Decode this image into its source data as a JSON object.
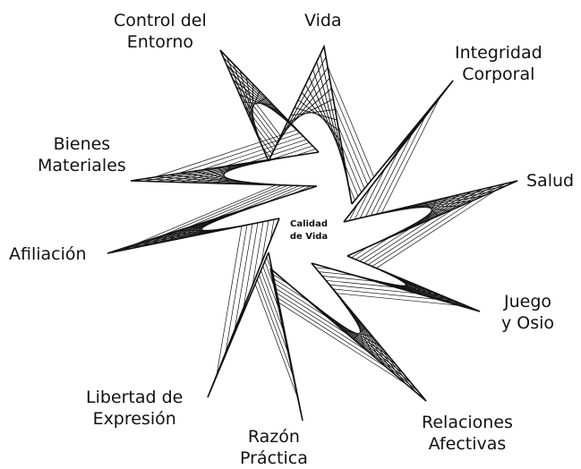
{
  "center": {
    "line1": "Calidad",
    "line2": "de Vida"
  },
  "capabilities": [
    {
      "id": "vida",
      "lines": [
        "Vida"
      ]
    },
    {
      "id": "integridad",
      "lines": [
        "Integridad",
        "Corporal"
      ]
    },
    {
      "id": "salud",
      "lines": [
        "Salud"
      ]
    },
    {
      "id": "juego",
      "lines": [
        "Juego",
        "y Osio"
      ]
    },
    {
      "id": "relaciones",
      "lines": [
        "Relaciones",
        "Afectivas"
      ]
    },
    {
      "id": "razon",
      "lines": [
        "Razón",
        "Práctica"
      ]
    },
    {
      "id": "libertad",
      "lines": [
        "Libertad de",
        "Expresión"
      ]
    },
    {
      "id": "afiliacion",
      "lines": [
        "Afiliación"
      ]
    },
    {
      "id": "bienes",
      "lines": [
        "Bienes",
        "Materiales"
      ]
    },
    {
      "id": "control",
      "lines": [
        "Control del",
        "Entorno"
      ]
    }
  ],
  "colors": {
    "stroke": "#111111",
    "text": "#111111",
    "background": "#ffffff"
  }
}
